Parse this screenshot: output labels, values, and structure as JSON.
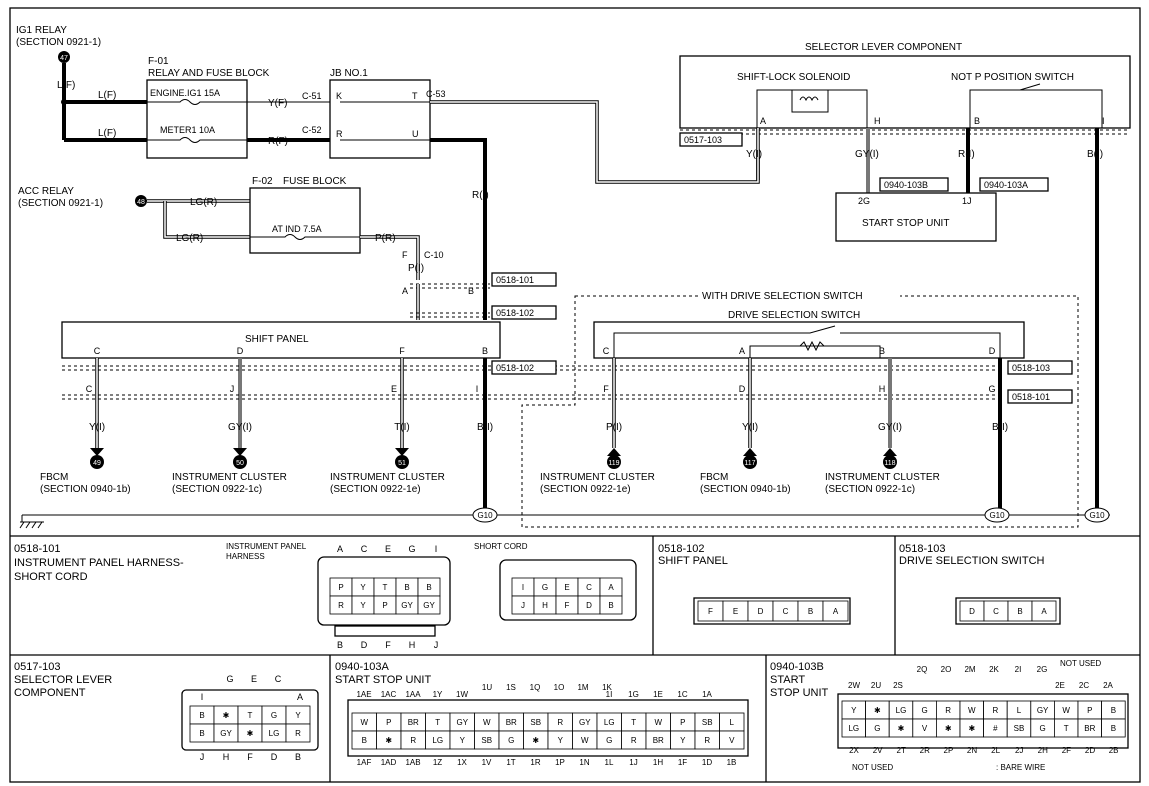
{
  "top": {
    "ig1_relay": {
      "name": "IG1 RELAY",
      "section": "(SECTION 0921-1)",
      "ref": "47",
      "wire": "L(F)"
    },
    "f01": {
      "id": "F-01",
      "name": "RELAY AND FUSE BLOCK",
      "fuse1": "ENGINE.IG1 15A",
      "fuse2": "METER1 10A",
      "wire_in": "L(F)"
    },
    "jb": {
      "name": "JB NO.1",
      "c51": "C-51",
      "c52": "C-52",
      "c53": "C-53",
      "k": "K",
      "r": "R",
      "t": "T",
      "u": "U",
      "wire1": "Y(F)",
      "wire2": "R(F)",
      "wire_out": "R(I)"
    },
    "acc_relay": {
      "name": "ACC RELAY",
      "section": "(SECTION 0921-1)",
      "ref": "48",
      "wire1": "LG(R)",
      "wire2": "LG(R)"
    },
    "f02": {
      "id": "F-02",
      "name": "FUSE BLOCK",
      "fuse": "AT IND 7.5A",
      "wire_out": "P(R)",
      "f": "F",
      "c10": "C-10",
      "wire_p": "P(I)"
    },
    "sel": {
      "name": "SELECTOR LEVER COMPONENT",
      "shift_lock": "SHIFT-LOCK SOLENOID",
      "not_p": "NOT P POSITION SWITCH",
      "a": "A",
      "h": "H",
      "b": "B",
      "i": "I",
      "conn": "0517-103",
      "w1": "Y(I)",
      "w2": "GY(I)",
      "w3": "R(I)",
      "w4": "B(I)"
    },
    "ssu": {
      "name": "START STOP UNIT",
      "conn_b": "0940-103B",
      "conn_a": "0940-103A",
      "pin_b": "2G",
      "pin_a": "1J"
    }
  },
  "mid": {
    "conn101": "0518-101",
    "conn102": "0518-102",
    "conn103": "0518-103",
    "pinA": "A",
    "pinB": "B",
    "pinE": "E",
    "pinA2": "A",
    "shift_panel": "SHIFT PANEL",
    "sp_pins": [
      "C",
      "D",
      "F",
      "B"
    ],
    "lower_pins": [
      "C",
      "J",
      "E",
      "I"
    ],
    "wires": [
      "Y(I)",
      "GY(I)",
      "T(I)",
      "B(I)"
    ],
    "dests": [
      {
        "ref": "49",
        "name": "FBCM",
        "section": "(SECTION 0940-1b)"
      },
      {
        "ref": "50",
        "name": "INSTRUMENT CLUSTER",
        "section": "(SECTION 0922-1c)"
      },
      {
        "ref": "51",
        "name": "INSTRUMENT CLUSTER",
        "section": "(SECTION 0922-1e)"
      }
    ],
    "with_drive": "WITH DRIVE SELECTION SWITCH",
    "drive_switch": "DRIVE SELECTION SWITCH",
    "ds_pins": [
      "C",
      "A",
      "B",
      "D"
    ],
    "ds_lower": [
      "F",
      "D",
      "H",
      "G"
    ],
    "ds_wires": [
      "P(I)",
      "Y(I)",
      "GY(I)",
      "B(I)"
    ],
    "ds_dests": [
      {
        "ref": "119",
        "name": "INSTRUMENT CLUSTER",
        "section": "(SECTION 0922-1e)"
      },
      {
        "ref": "117",
        "name": "FBCM",
        "section": "(SECTION 0940-1b)"
      },
      {
        "ref": "118",
        "name": "INSTRUMENT CLUSTER",
        "section": "(SECTION 0922-1c)"
      }
    ],
    "ground": "G10"
  },
  "conn_101": {
    "code": "0518-101",
    "title1": "INSTRUMENT PANEL HARNESS-",
    "title2": "SHORT CORD",
    "harness_label1": "INSTRUMENT PANEL",
    "harness_label2": "HARNESS",
    "short_label": "SHORT CORD",
    "h_top": [
      "A",
      "C",
      "E",
      "G",
      "I"
    ],
    "h_row1": [
      "P",
      "Y",
      "T",
      "B",
      "B"
    ],
    "h_row2": [
      "R",
      "Y",
      "P",
      "GY",
      "GY"
    ],
    "h_bottom": [
      "B",
      "D",
      "F",
      "H",
      "J"
    ],
    "s_row1": [
      "I",
      "G",
      "E",
      "C",
      "A"
    ],
    "s_row2": [
      "J",
      "H",
      "F",
      "D",
      "B"
    ]
  },
  "conn_102": {
    "code": "0518-102",
    "title": "SHIFT PANEL",
    "pins": [
      "F",
      "E",
      "D",
      "C",
      "B",
      "A"
    ]
  },
  "conn_103": {
    "code": "0518-103",
    "title": "DRIVE SELECTION SWITCH",
    "pins": [
      "D",
      "C",
      "B",
      "A"
    ]
  },
  "conn_517": {
    "code": "0517-103",
    "title1": "SELECTOR LEVER",
    "title2": "COMPONENT",
    "top": [
      "G",
      "E",
      "C"
    ],
    "side_l": "I",
    "side_r": "A",
    "row1": [
      "B",
      "✱",
      "T",
      "G",
      "Y"
    ],
    "row2": [
      "B",
      "GY",
      "✱",
      "LG",
      "R"
    ],
    "bottom": [
      "J",
      "H",
      "F",
      "D",
      "B"
    ]
  },
  "conn_940a": {
    "code": "0940-103A",
    "title": "START STOP UNIT",
    "top1": [
      "1U",
      "1S",
      "1Q",
      "1O",
      "1M",
      "1K"
    ],
    "top2": [
      "1AE",
      "1AC",
      "1AA",
      "1Y",
      "1W",
      "",
      "",
      "",
      "",
      "",
      "1I",
      "1G",
      "1E",
      "1C",
      "1A"
    ],
    "row1": [
      "W",
      "P",
      "BR",
      "T",
      "GY",
      "W",
      "BR",
      "SB",
      "R",
      "GY",
      "LG",
      "T",
      "W",
      "P",
      "SB",
      "L"
    ],
    "row2": [
      "B",
      "✱",
      "R",
      "LG",
      "Y",
      "SB",
      "G",
      "✱",
      "Y",
      "W",
      "G",
      "R",
      "BR",
      "Y",
      "R",
      "V"
    ],
    "bottom": [
      "1AF",
      "1AD",
      "1AB",
      "1Z",
      "1X",
      "1V",
      "1T",
      "1R",
      "1P",
      "1N",
      "1L",
      "1J",
      "1H",
      "1F",
      "1D",
      "1B"
    ]
  },
  "conn_940b": {
    "code": "0940-103B",
    "title1": "START",
    "title2": "STOP UNIT",
    "not_used_top": "NOT USED",
    "top1": [
      "2Q",
      "2O",
      "2M",
      "2K",
      "2I",
      "2G"
    ],
    "top2": [
      "2W",
      "2U",
      "2S",
      "2E",
      "2C",
      "2A"
    ],
    "row1": [
      "Y",
      "✱",
      "LG",
      "G",
      "R",
      "W",
      "R",
      "L",
      "GY",
      "W",
      "P",
      "B"
    ],
    "row2": [
      "LG",
      "G",
      "✱",
      "V",
      "✱",
      "✱",
      "#",
      "SB",
      "G",
      "T",
      "BR",
      "B"
    ],
    "bottom": [
      "2X",
      "2V",
      "2T",
      "2R",
      "2P",
      "2N",
      "2L",
      "2J",
      "2H",
      "2F",
      "2D",
      "2B"
    ],
    "not_used": "NOT USED",
    "bare_wire": ": BARE WIRE"
  }
}
